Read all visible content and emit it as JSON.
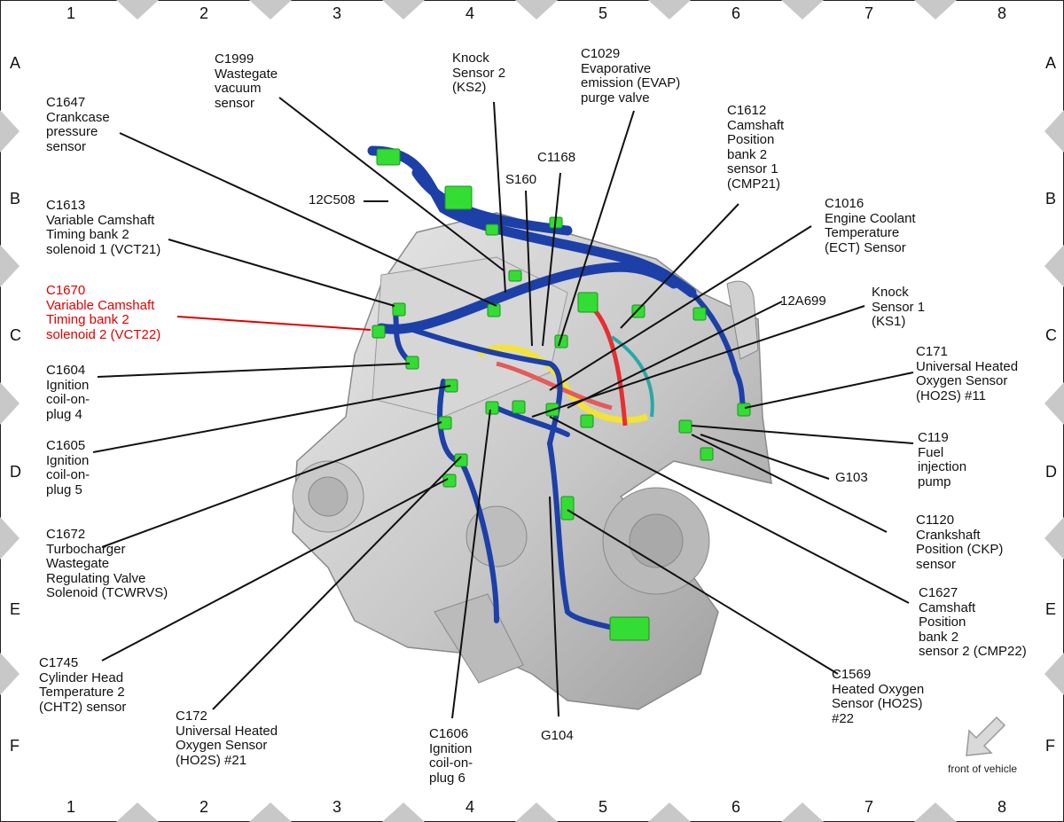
{
  "grid": {
    "columns": [
      "1",
      "2",
      "3",
      "4",
      "5",
      "6",
      "7",
      "8"
    ],
    "rows": [
      "A",
      "B",
      "C",
      "D",
      "E",
      "F"
    ]
  },
  "colors": {
    "harness": "#1d3fa8",
    "connector": "#33dd33",
    "highlight_label": "#e10000",
    "engine": "#c7c7c7",
    "grid_marker": "#c8c8c8"
  },
  "labels": {
    "c1999": [
      "C1999",
      "Wastegate",
      "vacuum",
      "sensor"
    ],
    "c1647": [
      "C1647",
      "Crankcase",
      "pressure",
      "sensor"
    ],
    "c1613": [
      "C1613",
      "Variable Camshaft",
      "Timing bank 2",
      "solenoid 1 (VCT21)"
    ],
    "c1670": [
      "C1670",
      "Variable Camshaft",
      "Timing bank 2",
      "solenoid 2 (VCT22)"
    ],
    "c1604": [
      "C1604",
      "Ignition",
      "coil-on-",
      "plug 4"
    ],
    "c1605": [
      "C1605",
      "Ignition",
      "coil-on-",
      "plug 5"
    ],
    "c1672": [
      "C1672",
      "Turbocharger",
      "Wastegate",
      "Regulating Valve",
      "Solenoid (TCWRVS)"
    ],
    "c1745": [
      "C1745",
      "Cylinder Head",
      "Temperature 2",
      "(CHT2) sensor"
    ],
    "c172": [
      "C172",
      "Universal Heated",
      "Oxygen Sensor",
      "(HO2S) #21"
    ],
    "c1606": [
      "C1606",
      "Ignition",
      "coil-on-",
      "plug 6"
    ],
    "g104": [
      "G104"
    ],
    "ks2": [
      "Knock",
      "Sensor 2",
      "(KS2)"
    ],
    "c1029": [
      "C1029",
      "Evaporative",
      "emission (EVAP)",
      "purge valve"
    ],
    "c1168": [
      "C1168"
    ],
    "s160": [
      "S160"
    ],
    "c12c508": [
      "12C508"
    ],
    "c1612": [
      "C1612",
      "Camshaft",
      "Position",
      "bank 2",
      "sensor 1",
      "(CMP21)"
    ],
    "c1016": [
      "C1016",
      "Engine Coolant",
      "Temperature",
      "(ECT) Sensor"
    ],
    "c12a699": [
      "12A699"
    ],
    "ks1": [
      "Knock",
      "Sensor 1",
      "(KS1)"
    ],
    "c171": [
      "C171",
      "Universal Heated",
      "Oxygen Sensor",
      "(HO2S) #11"
    ],
    "c119": [
      "C119",
      "Fuel",
      "injection",
      "pump"
    ],
    "g103": [
      "G103"
    ],
    "c1120": [
      "C1120",
      "Crankshaft",
      "Position (CKP)",
      "sensor"
    ],
    "c1627": [
      "C1627",
      "Camshaft",
      "Position",
      "bank 2",
      "sensor 2 (CMP22)"
    ],
    "c1569": [
      "C1569",
      "Heated Oxygen",
      "Sensor (HO2S)",
      "#22"
    ]
  },
  "front_of_vehicle": {
    "label": "front of vehicle",
    "icon": "direction-arrow-icon"
  }
}
